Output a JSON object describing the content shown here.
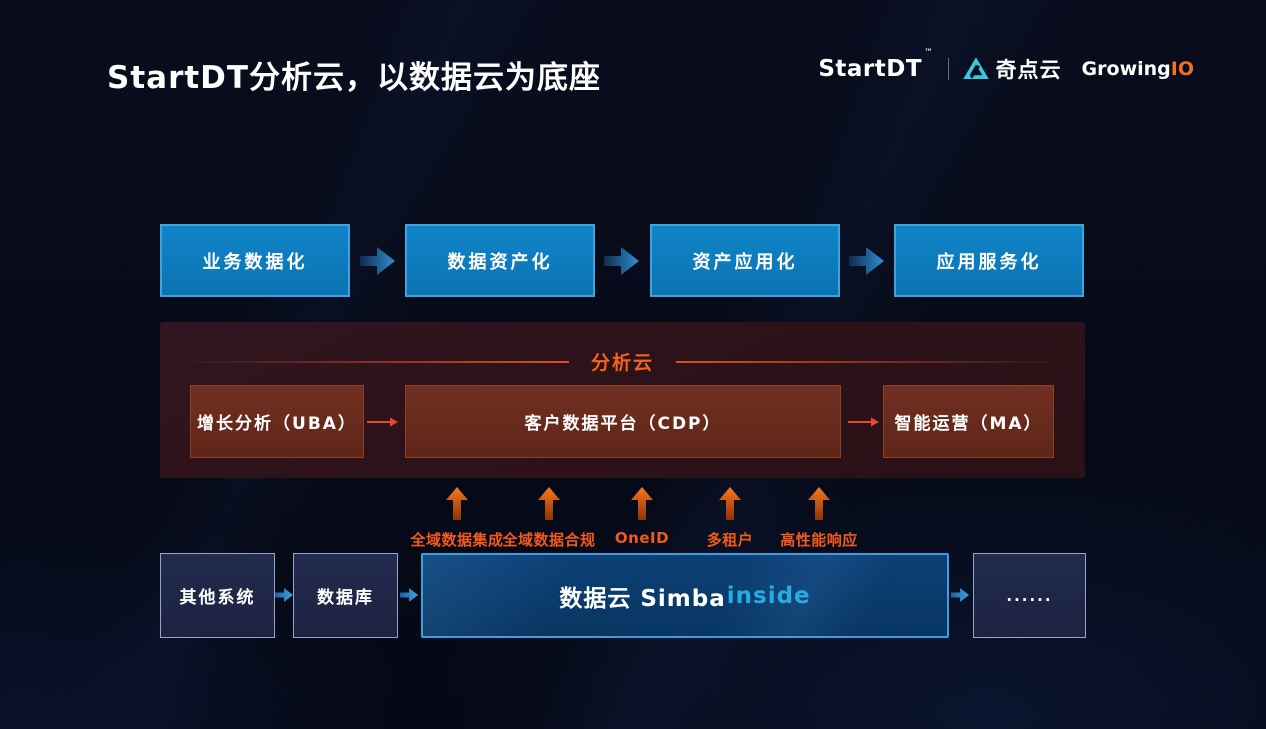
{
  "title": "StartDT分析云，以数据云为底座",
  "logos": {
    "startdt": "StartDT",
    "startdt_tm": "™",
    "qidian": "奇点云",
    "growing": "Growing",
    "growing_io": "IO"
  },
  "flow_top": {
    "boxes": [
      "业务数据化",
      "数据资产化",
      "资产应用化",
      "应用服务化"
    ]
  },
  "analysis_panel": {
    "title": "分析云",
    "boxes": [
      "增长分析（UBA）",
      "客户数据平台（CDP）",
      "智能运营（MA）"
    ]
  },
  "features": [
    "全域数据集成",
    "全域数据合规",
    "OneID",
    "多租户",
    "高性能响应"
  ],
  "bottom_flow": {
    "boxes": [
      "其他系统",
      "数据库"
    ],
    "platform": {
      "prefix": "数据云 Simba",
      "highlight": "inside"
    },
    "more": "......"
  },
  "colors": {
    "accent_orange": "#F2591B",
    "blue_box_fill": "#0D7CC0",
    "blue_box_border": "#41A3DC",
    "panel_bg": "#2C1219",
    "inner_box_fill": "#6B2C1E",
    "inner_box_border": "#8A4128",
    "platform_fill": "#0A3A6F",
    "platform_border": "#3D9EDD",
    "highlight_cyan": "#29AAE2",
    "logo_cyan": "#3EC6DE",
    "growing_io_orange": "#F26F21",
    "navy_box_fill": "#1F2647",
    "navy_box_border": "#98A4C6"
  }
}
